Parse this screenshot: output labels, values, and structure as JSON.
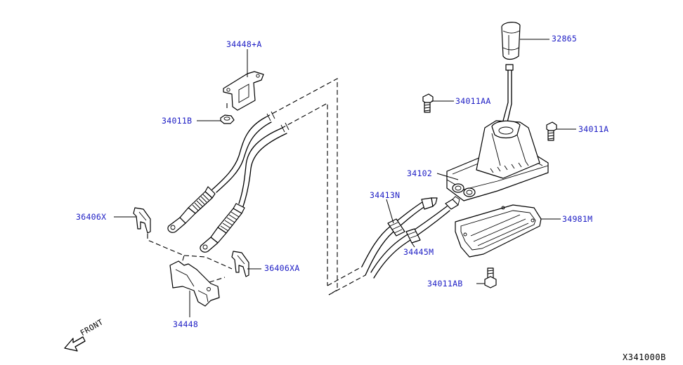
{
  "diagram": {
    "code": "X341000B",
    "front_label": "FRONT",
    "part_labels": {
      "p34448A": "34448+A",
      "p34011B": "34011B",
      "p36406X": "36406X",
      "p36406XA": "36406XA",
      "p34448": "34448",
      "p32865": "32865",
      "p34011AA": "34011AA",
      "p34011A": "34011A",
      "p34102": "34102",
      "p34413N": "34413N",
      "p34445M": "34445M",
      "p34981M": "34981M",
      "p34011AB": "34011AB"
    },
    "colors": {
      "label": "#1b1bc4",
      "line": "#000000",
      "background": "#ffffff"
    }
  }
}
